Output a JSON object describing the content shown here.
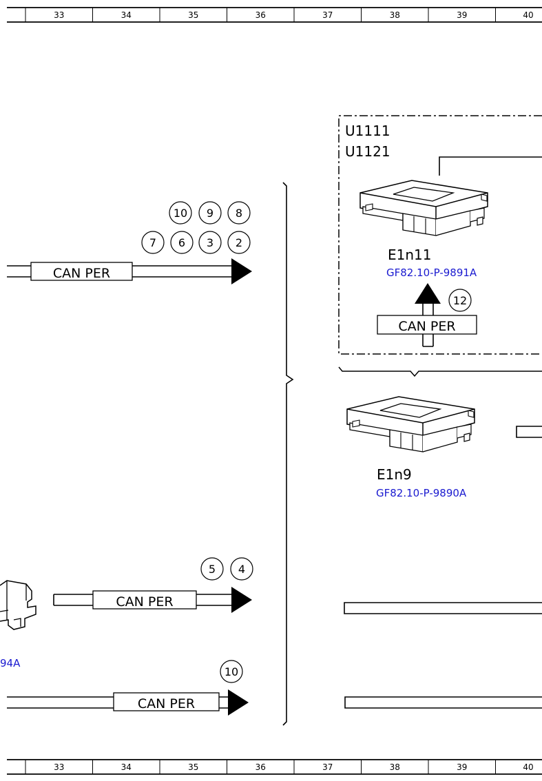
{
  "ruler": {
    "top_cells": [
      "33",
      "34",
      "35",
      "36",
      "37",
      "38",
      "39",
      "40"
    ],
    "bottom_cells": [
      "33",
      "34",
      "35",
      "36",
      "37",
      "38",
      "39",
      "40"
    ]
  },
  "left_bus": {
    "upper_bus_label": "CAN PER",
    "upper_markers": [
      "10",
      "9",
      "8",
      "7",
      "6",
      "3",
      "2"
    ],
    "middle_bus_label": "CAN PER",
    "middle_markers": [
      "5",
      "4"
    ],
    "lower_bus_label": "CAN PER",
    "lower_markers": [
      "10"
    ],
    "partial_link": "94A"
  },
  "group": {
    "lines": [
      "U1111",
      "U1121"
    ],
    "module_name": "E1n11",
    "module_link": "GF82.10-P-9891A",
    "bus_label": "CAN PER",
    "bus_marker": "12"
  },
  "module_e1n9": {
    "name": "E1n9",
    "link": "GF82.10-P-9890A"
  }
}
